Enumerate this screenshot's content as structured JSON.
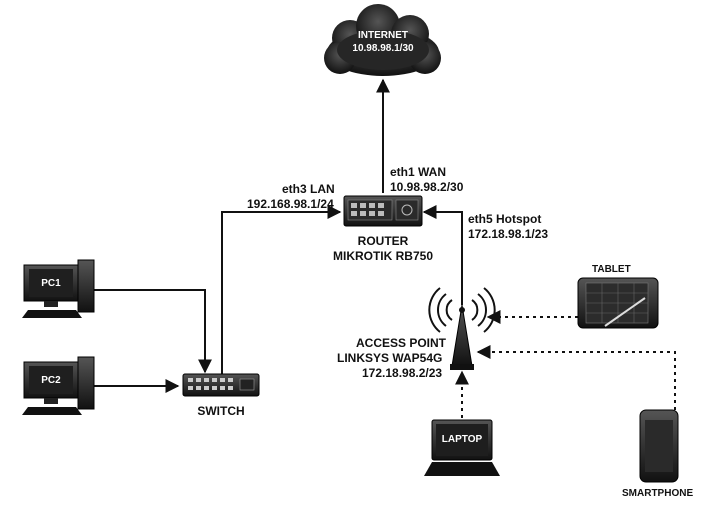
{
  "internet": {
    "title": "INTERNET",
    "ip": "10.98.98.1/30"
  },
  "router": {
    "name": "ROUTER",
    "model": "MIKROTIK RB750",
    "wan_port": "eth1 WAN",
    "wan_ip": "10.98.98.2/30",
    "lan_port": "eth3 LAN",
    "lan_ip": "192.168.98.1/24",
    "hotspot_port": "eth5 Hotspot",
    "hotspot_ip": "172.18.98.1/23"
  },
  "switch": {
    "name": "SWITCH"
  },
  "pc1": {
    "name": "PC1"
  },
  "pc2": {
    "name": "PC2"
  },
  "access_point": {
    "line1": "ACCESS POINT",
    "line2": "LINKSYS WAP54G",
    "ip": "172.18.98.2/23"
  },
  "tablet": {
    "name": "TABLET"
  },
  "laptop": {
    "name": "LAPTOP"
  },
  "smartphone": {
    "name": "SMARTPHONE"
  },
  "colors": {
    "device_dark": "#1a1a1a",
    "device_mid": "#3a3a3a",
    "line": "#111111",
    "cloud": "#1c1c1c"
  }
}
